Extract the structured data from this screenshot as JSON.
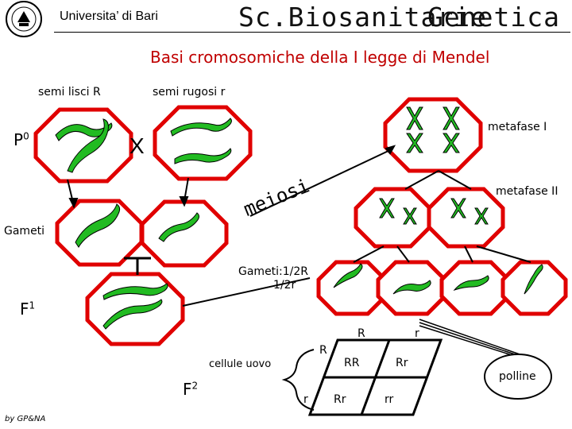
{
  "header": {
    "institution": "Universita’ di Bari",
    "course_left": "Sc.Biosanitarie",
    "course_right": "Genetica I"
  },
  "title": "Basi cromosomiche della I legge di Mendel",
  "labels": {
    "smooth_seeds": "semi lisci R",
    "wrinkled_seeds": "semi rugosi r",
    "p0_base": "P",
    "p0_sup": "0",
    "cross": "X",
    "metafase1": "metafase I",
    "metafase2": "metafase II",
    "meiosi": "meiosi",
    "gameti": "Gameti",
    "gameti_ratio_1": "Gameti:1/2R",
    "gameti_ratio_2": "1/2r",
    "f1_base": "F",
    "f1_sup": "1",
    "f2_base": "F",
    "f2_sup": "2",
    "cellule_uovo": "cellule uovo",
    "polline": "polline",
    "credit": "by GP&NA"
  },
  "punnett": {
    "pollen_alleles": [
      "R",
      "r"
    ],
    "egg_alleles": [
      "R",
      "r"
    ],
    "cells": [
      [
        "RR",
        "Rr"
      ],
      [
        "Rr",
        "rr"
      ]
    ]
  },
  "colors": {
    "octagon_border": "#e00000",
    "chromosome": "#22bb22",
    "title": "#c00000"
  }
}
